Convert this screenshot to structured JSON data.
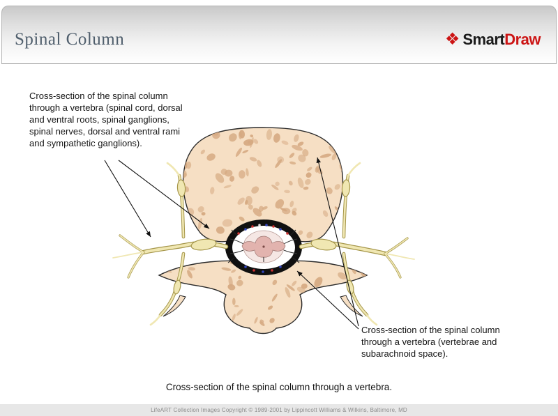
{
  "header": {
    "title": "Spinal Column",
    "logo": {
      "icon": "smartdraw-diamond-icon",
      "glyph": "❖",
      "smart": "Smart",
      "draw": "Draw"
    }
  },
  "annotations": {
    "left": {
      "text": "Cross-section of the spinal column through a vertebra (spinal cord, dorsal and ventral roots, spinal ganglions, spinal nerves, dorsal and ventral rami and sympathetic ganglions)."
    },
    "right": {
      "text": "Cross-section of the spinal column through a vertebra (vertebrae and subarachnoid space)."
    }
  },
  "caption": "Cross-section of the spinal column through a vertebra.",
  "footer": "LifeART Collection Images Copyright © 1989-2001 by Lippincott Williams & Wilkins, Baltimore, MD",
  "colors": {
    "accent_red": "#cc1414",
    "title": "#4f5e6c",
    "bone_fill": "#f6dfc4",
    "bone_speckle": "#d5a981",
    "nerve_fill": "#f0e7b2",
    "nerve_outline": "#a5964a",
    "footer_bg": "#e7e7e7"
  }
}
